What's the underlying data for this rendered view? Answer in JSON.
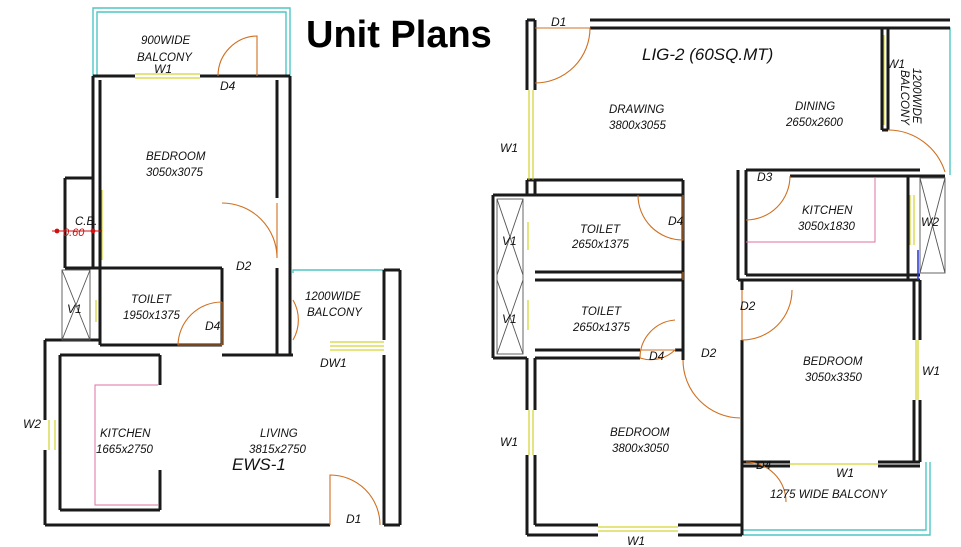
{
  "title": "Unit Plans",
  "ews": {
    "unit_name": "EWS-1",
    "balcony_top": {
      "line1": "900WIDE",
      "line2": "BALCONY"
    },
    "balcony_right": {
      "line1": "1200WIDE",
      "line2": "BALCONY"
    },
    "bedroom": {
      "name": "BEDROOM",
      "size": "3050x3075"
    },
    "toilet": {
      "name": "TOILET",
      "size": "1950x1375"
    },
    "kitchen": {
      "name": "KITCHEN",
      "size": "1665x2750"
    },
    "living": {
      "name": "LIVING",
      "size": "3815x2750"
    },
    "shaft_label": "C.B.",
    "dimension": "0.60",
    "tags": {
      "w1": "W1",
      "w2": "W2",
      "d1": "D1",
      "d2": "D2",
      "d4_top": "D4",
      "d4_toilet": "D4",
      "v1": "V1",
      "dw1": "DW1"
    }
  },
  "lig": {
    "unit_name": "LIG-2 (60SQ.MT)",
    "balcony_right": {
      "line1": "1200WIDE",
      "line2": "BALCONY"
    },
    "balcony_bottom": "1275 WIDE BALCONY",
    "drawing": {
      "name": "DRAWING",
      "size": "3800x3055"
    },
    "dining": {
      "name": "DINING",
      "size": "2650x2600"
    },
    "kitchen": {
      "name": "KITCHEN",
      "size": "3050x1830"
    },
    "toilet1": {
      "name": "TOILET",
      "size": "2650x1375"
    },
    "toilet2": {
      "name": "TOILET",
      "size": "2650x1375"
    },
    "bedroom_right": {
      "name": "BEDROOM",
      "size": "3050x3350"
    },
    "bedroom_left": {
      "name": "BEDROOM",
      "size": "3800x3050"
    },
    "tags": {
      "d1": "D1",
      "w1_balcony": "W1",
      "w1_drawing": "W1",
      "d3": "D3",
      "w2": "W2",
      "d4_t1": "D4",
      "v1_a": "V1",
      "v1_b": "V1",
      "d2_kitchen": "D2",
      "d4_t2": "D4",
      "d2_bed": "D2",
      "w1_bed_right": "W1",
      "w1_bed_left": "W1",
      "d4_bal": "D4",
      "w1_bal": "W1",
      "w1_bottom": "W1"
    }
  }
}
